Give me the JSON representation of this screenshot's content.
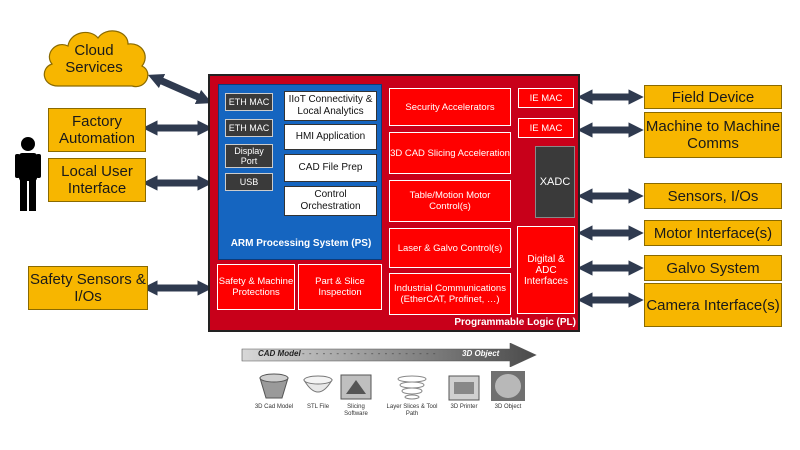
{
  "left": {
    "cloud": "Cloud Services",
    "factory": "Factory Automation",
    "local_user": "Local User Interface",
    "safety": "Safety Sensors & I/Os"
  },
  "right": {
    "field_device": "Field Device",
    "m2m": "Machine to Machine Comms",
    "sensors": "Sensors, I/Os",
    "motor": "Motor Interface(s)",
    "galvo": "Galvo System",
    "camera": "Camera Interface(s)"
  },
  "ps": {
    "title": "ARM Processing System (PS)",
    "left_blocks": [
      "ETH MAC",
      "ETH MAC",
      "Display Port",
      "USB"
    ],
    "right_blocks": [
      "IIoT Connectivity & Local Analytics",
      "HMI Application",
      "CAD File Prep",
      "Control Orchestration"
    ]
  },
  "pl": {
    "title": "Programmable Logic (PL)",
    "bottom_left": [
      "Safety & Machine Protections",
      "Part & Slice Inspection"
    ],
    "center": [
      "Security Accelerators",
      "3D CAD Slicing Acceleration",
      "Table/Motion Motor Control(s)",
      "Laser & Galvo Control(s)",
      "Industrial Communications (EtherCAT, Profinet, …)"
    ],
    "ie_mac": [
      "IE MAC",
      "IE MAC"
    ],
    "xadc": "XADC",
    "digital_adc": "Digital & ADC Interfaces"
  },
  "flow": {
    "start": "CAD Model",
    "end": "3D Object",
    "steps": [
      "3D Cad Model",
      "STL File",
      "Slicing Software",
      "Layer Slices & Tool Path",
      "3D Printer",
      "3D Object"
    ]
  },
  "colors": {
    "orange": "#f7b600",
    "pl_red": "#c8001a",
    "block_red": "#ff0000",
    "ps_blue": "#1565c0",
    "arrow": "#2f3a4f"
  }
}
